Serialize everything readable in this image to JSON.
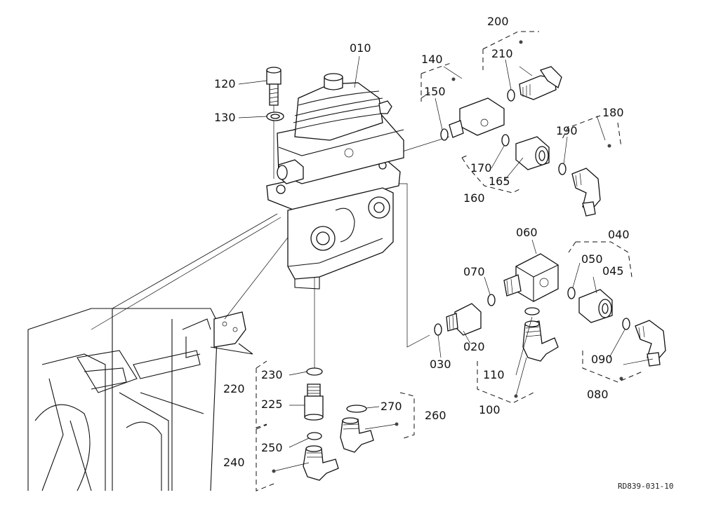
{
  "diagram": {
    "reference": "RD839-031-10",
    "labels": {
      "p010": "010",
      "p020": "020",
      "p030": "030",
      "p040": "040",
      "p045": "045",
      "p050": "050",
      "p060": "060",
      "p070": "070",
      "p080": "080",
      "p090": "090",
      "p100": "100",
      "p110": "110",
      "p120": "120",
      "p130": "130",
      "p140": "140",
      "p150": "150",
      "p160": "160",
      "p165": "165",
      "p170": "170",
      "p180": "180",
      "p190": "190",
      "p200": "200",
      "p210": "210",
      "p220": "220",
      "p225": "225",
      "p230": "230",
      "p240": "240",
      "p250": "250",
      "p260": "260",
      "p270": "270"
    }
  }
}
